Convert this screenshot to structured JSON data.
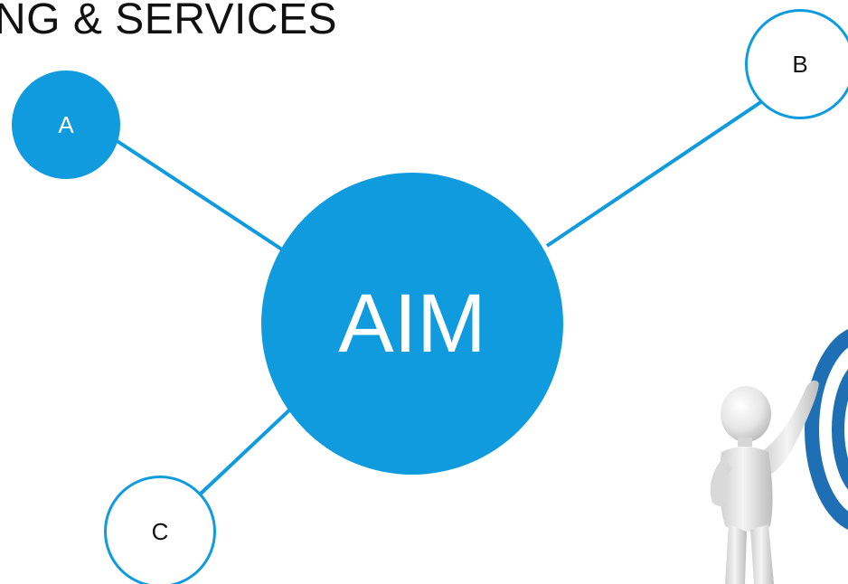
{
  "title": "NG & SERVICES",
  "nodes": {
    "a": "A",
    "b": "B",
    "c": "C",
    "aim": "AIM"
  },
  "colors": {
    "accent": "#0f9bde",
    "text": "#111111",
    "background": "#ffffff"
  },
  "illustration": "person-with-target-icon"
}
